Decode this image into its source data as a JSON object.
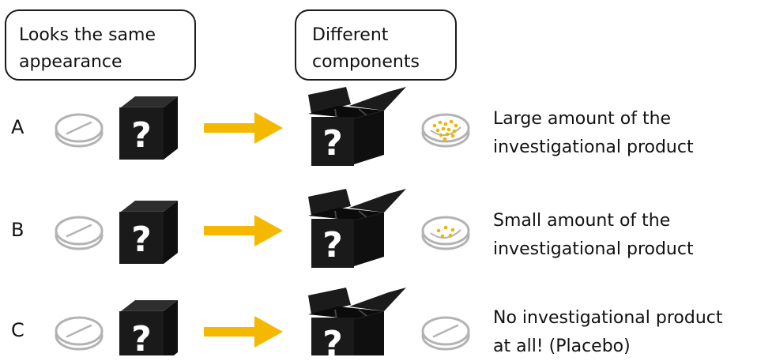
{
  "callouts": {
    "same_look": {
      "line1": "Looks the same",
      "line2": "appearance"
    },
    "different": {
      "line1": "Different",
      "line2": "components"
    }
  },
  "rows": [
    {
      "label": "A",
      "content": "large",
      "desc_line1": "Large amount of the",
      "desc_line2": "investigational product"
    },
    {
      "label": "B",
      "content": "small",
      "desc_line1": "Small amount of the",
      "desc_line2": "investigational product"
    },
    {
      "label": "C",
      "content": "none",
      "desc_line1": "No investigational product",
      "desc_line2": "at all! (Placebo)"
    }
  ],
  "icons": {
    "closed_box": "closed-mystery-box-icon",
    "open_box": "open-mystery-box-icon",
    "pill": "pill-icon",
    "arrow": "arrow-right-icon"
  },
  "colors": {
    "box": "#1a1a1a",
    "question_mark": "#ffffff",
    "arrow": "#f5b800",
    "pill_outline": "#b3b3b3",
    "pill_dots": "#f2b400"
  }
}
